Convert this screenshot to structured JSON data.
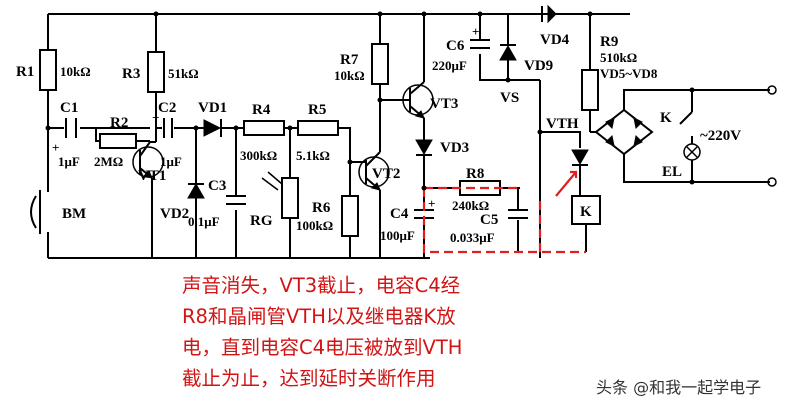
{
  "labels": {
    "R1": "R1",
    "R1v": "10kΩ",
    "R3": "R3",
    "R3v": "51kΩ",
    "C1": "C1",
    "C1v": "1μF",
    "R2": "R2",
    "R2v": "2MΩ",
    "C2": "C2",
    "C2v": "1μF",
    "VT1": "VT1",
    "VD1": "VD1",
    "VD2": "VD2",
    "C3": "C3",
    "C3v": "0.1μF",
    "R4": "R4",
    "R4v": "300kΩ",
    "R5": "R5",
    "R5v": "5.1kΩ",
    "RG": "RG",
    "R6": "R6",
    "R6v": "100kΩ",
    "VT2": "VT2",
    "R7": "R7",
    "R7v": "10kΩ",
    "VT3": "VT3",
    "VD3": "VD3",
    "R8": "R8",
    "R8v": "240kΩ",
    "C4": "C4",
    "C4v": "100μF",
    "C5": "C5",
    "C5v": "0.033μF",
    "C6": "C6",
    "C6v": "220μF",
    "VD9": "VD9",
    "VS": "VS",
    "VD4": "VD4",
    "R9": "R9",
    "R9v": "510kΩ",
    "VD58": "VD5~VD8",
    "VTH": "VTH",
    "K": "K",
    "K2": "K",
    "V220": "~220V",
    "EL": "EL",
    "BM": "BM",
    "plus": "+"
  },
  "note": "声音消失，VT3截止，电容C4经\nR8和晶闸管VTH以及继电器K放\n电，直到电容C4电压被放到VTH\n截止为止，达到延时关断作用",
  "watermark": "头条 @和我一起学电子",
  "colors": {
    "wire": "#000000",
    "highlight": "#e02020"
  }
}
